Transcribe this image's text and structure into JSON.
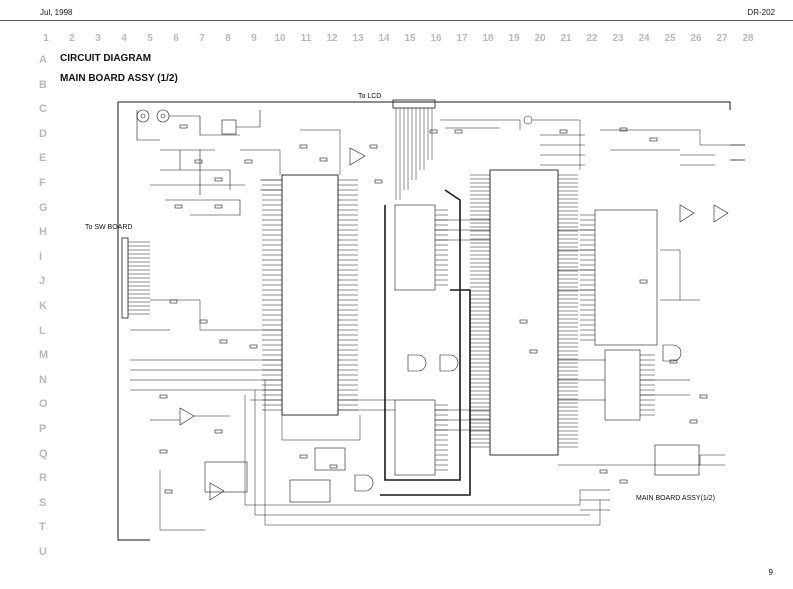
{
  "header": {
    "date": "Jul, 1998",
    "model": "DR-202"
  },
  "grid": {
    "columns": [
      "1",
      "2",
      "3",
      "4",
      "5",
      "6",
      "7",
      "8",
      "9",
      "10",
      "11",
      "12",
      "13",
      "14",
      "15",
      "16",
      "17",
      "18",
      "19",
      "20",
      "21",
      "22",
      "23",
      "24",
      "25",
      "26",
      "27",
      "28"
    ],
    "rows": [
      "A",
      "B",
      "C",
      "D",
      "E",
      "F",
      "G",
      "H",
      "I",
      "J",
      "K",
      "L",
      "M",
      "N",
      "O",
      "P",
      "Q",
      "R",
      "S",
      "T",
      "U"
    ]
  },
  "title": {
    "line1": "CIRCUIT DIAGRAM",
    "line2": "MAIN BOARD ASSY (1/2)"
  },
  "labels": {
    "to_lcd": "To LCD",
    "to_sw_board": "To SW BOARD",
    "main_board_assy": "MAIN BOARD ASSY(1/2)"
  },
  "page_number": "9",
  "colors": {
    "ink": "#1a1a1a",
    "grid_index": "#b8b8b8"
  }
}
